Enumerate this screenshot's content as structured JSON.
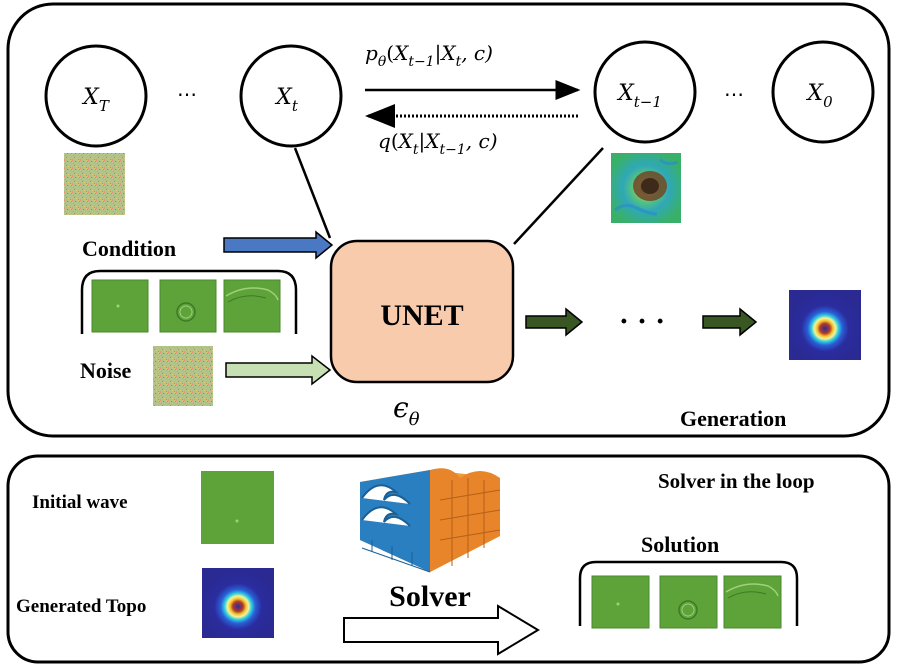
{
  "diagram": {
    "nodes": {
      "xT": {
        "base": "X",
        "sub": "T"
      },
      "dots_left": "⋯",
      "xt": {
        "base": "X",
        "sub": "t"
      },
      "xt1": {
        "base": "X",
        "sub": "t−1"
      },
      "dots_right": "⋯",
      "x0": {
        "base": "X",
        "sub": "0"
      }
    },
    "forward": {
      "p": "p",
      "theta": "θ",
      "open": "(",
      "x1": "X",
      "x1sub": "t−1",
      "bar": "|",
      "x2": "X",
      "x2sub": "t",
      "tail": ", c)"
    },
    "reverse": {
      "q": "q",
      "open": "(",
      "x1": "X",
      "x1sub": "t",
      "bar": "|",
      "x2": "X",
      "x2sub": "t−1",
      "tail": ", c)"
    },
    "labels": {
      "condition": "Condition",
      "noise": "Noise",
      "unet": "UNET",
      "epsilon": "ϵ",
      "epsilon_sub": "θ",
      "dots_mid": "· · ·",
      "generation": "Generation"
    },
    "solver_panel": {
      "title": "Solver in the loop",
      "initial_wave": "Initial wave",
      "generated_topo": "Generated Topo",
      "solver": "Solver",
      "solution": "Solution"
    },
    "colors": {
      "condition_arrow": "#4a78c2",
      "noise_arrow": "#c6e0b4",
      "flow_arrow": "#385723",
      "unet_fill": "#f8cbad",
      "wave_green": "#5ea33a",
      "topo_blue": "#2b2c9e"
    }
  }
}
